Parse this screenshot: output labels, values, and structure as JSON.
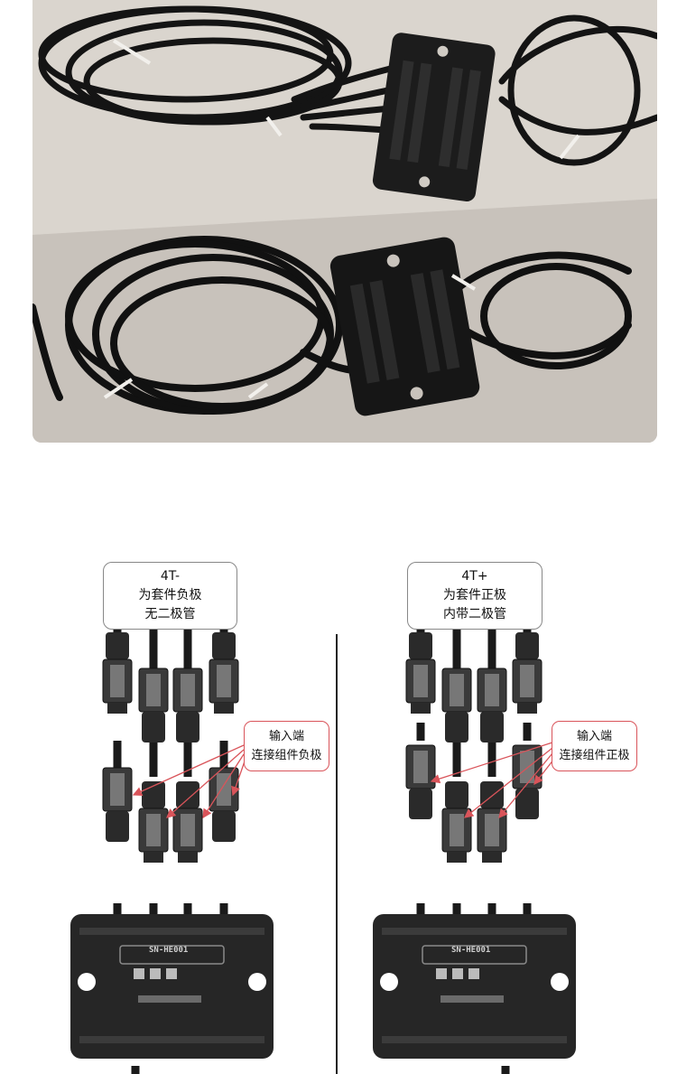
{
  "left_panel": {
    "label_lines": [
      "4T-",
      "为套件负极",
      "无二极管"
    ],
    "callout_lines": [
      "输入端",
      "连接组件负极"
    ],
    "box_code": "SN-HE001"
  },
  "right_panel": {
    "label_lines": [
      "4T+",
      "为套件正极",
      "内带二极管"
    ],
    "callout_lines": [
      "输入端",
      "连接组件正极"
    ],
    "box_code": "SN-HE001"
  },
  "colors": {
    "callout_border": "#d9545a",
    "arrow": "#d9545a",
    "connector": "#2a2a2a",
    "cable": "#1a1a1a"
  }
}
